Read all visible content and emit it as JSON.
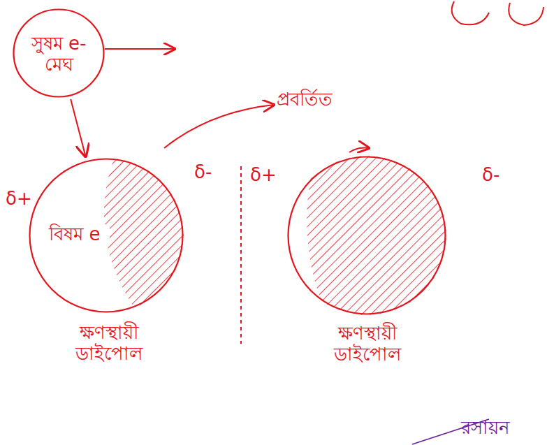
{
  "diagram": {
    "nodes": [
      {
        "text": [
          "সুষম e-মেঘ"
        ]
      },
      {
        "text": [
          "বিষম e",
          "ক্ষণস্থায়ী ডাইপোল"
        ]
      },
      {
        "text": [
          "ক্ষণস্থায়ী ডাইপোল"
        ]
      }
    ],
    "edges": [
      {
        "from": 0,
        "to": 1,
        "arrow": "to"
      }
    ],
    "labels": [
      "প্রবর্তিত",
      "δ+",
      "δ-",
      "δ+",
      "δ-",
      "রসায়ন"
    ]
  }
}
